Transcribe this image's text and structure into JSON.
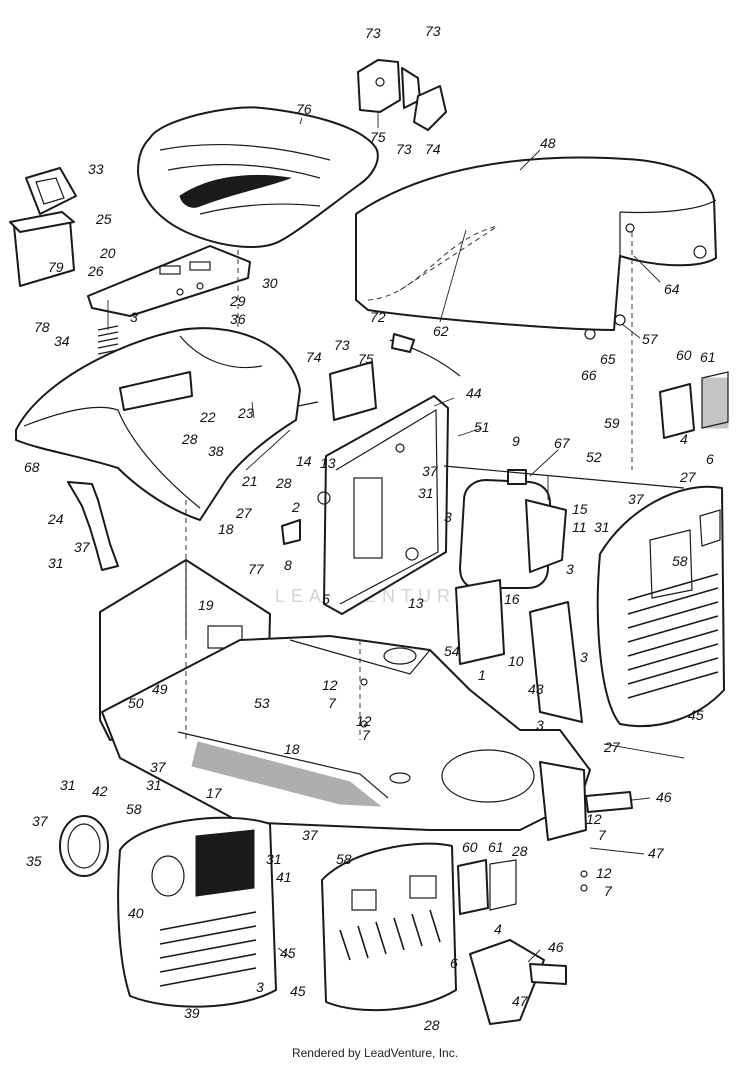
{
  "watermark": "LEADVENTURE",
  "footer": "Rendered by LeadVenture, Inc.",
  "callouts": [
    {
      "id": "c73a",
      "text": "73"
    },
    {
      "id": "c73b",
      "text": "73"
    },
    {
      "id": "c75a",
      "text": "75"
    },
    {
      "id": "c73c",
      "text": "73"
    },
    {
      "id": "c74a",
      "text": "74"
    },
    {
      "id": "c76",
      "text": "76"
    },
    {
      "id": "c48",
      "text": "48"
    },
    {
      "id": "c33",
      "text": "33"
    },
    {
      "id": "c25",
      "text": "25"
    },
    {
      "id": "c20",
      "text": "20"
    },
    {
      "id": "c79",
      "text": "79"
    },
    {
      "id": "c26",
      "text": "26"
    },
    {
      "id": "c30",
      "text": "30"
    },
    {
      "id": "c29",
      "text": "29"
    },
    {
      "id": "c36",
      "text": "36"
    },
    {
      "id": "c78",
      "text": "78"
    },
    {
      "id": "c3a",
      "text": "3"
    },
    {
      "id": "c64",
      "text": "64"
    },
    {
      "id": "c62",
      "text": "62"
    },
    {
      "id": "c57",
      "text": "57"
    },
    {
      "id": "c65",
      "text": "65"
    },
    {
      "id": "c66",
      "text": "66"
    },
    {
      "id": "c34",
      "text": "34"
    },
    {
      "id": "c72",
      "text": "72"
    },
    {
      "id": "c73d",
      "text": "73"
    },
    {
      "id": "c74b",
      "text": "74"
    },
    {
      "id": "c75b",
      "text": "75"
    },
    {
      "id": "c60a",
      "text": "60"
    },
    {
      "id": "c61a",
      "text": "61"
    },
    {
      "id": "c23",
      "text": "23"
    },
    {
      "id": "c22",
      "text": "22"
    },
    {
      "id": "c44",
      "text": "44"
    },
    {
      "id": "c51",
      "text": "51"
    },
    {
      "id": "c9",
      "text": "9"
    },
    {
      "id": "c67",
      "text": "67"
    },
    {
      "id": "c59",
      "text": "59"
    },
    {
      "id": "c4a",
      "text": "4"
    },
    {
      "id": "c52",
      "text": "52"
    },
    {
      "id": "c6a",
      "text": "6"
    },
    {
      "id": "c27a",
      "text": "27"
    },
    {
      "id": "c68",
      "text": "68"
    },
    {
      "id": "c28a",
      "text": "28"
    },
    {
      "id": "c38",
      "text": "38"
    },
    {
      "id": "c28b",
      "text": "28"
    },
    {
      "id": "c14",
      "text": "14"
    },
    {
      "id": "c13a",
      "text": "13"
    },
    {
      "id": "c37a",
      "text": "37"
    },
    {
      "id": "c21",
      "text": "21"
    },
    {
      "id": "c31a",
      "text": "31"
    },
    {
      "id": "c15",
      "text": "15"
    },
    {
      "id": "c37b",
      "text": "37"
    },
    {
      "id": "c11",
      "text": "11"
    },
    {
      "id": "c31b",
      "text": "31"
    },
    {
      "id": "c2",
      "text": "2"
    },
    {
      "id": "c3b",
      "text": "3"
    },
    {
      "id": "c24",
      "text": "24"
    },
    {
      "id": "c27b",
      "text": "27"
    },
    {
      "id": "c18a",
      "text": "18"
    },
    {
      "id": "c58a",
      "text": "58"
    },
    {
      "id": "c8",
      "text": "8"
    },
    {
      "id": "c31c",
      "text": "31"
    },
    {
      "id": "c37c",
      "text": "37"
    },
    {
      "id": "c3c",
      "text": "3"
    },
    {
      "id": "c13b",
      "text": "13"
    },
    {
      "id": "c77",
      "text": "77"
    },
    {
      "id": "c16",
      "text": "16"
    },
    {
      "id": "c5",
      "text": "5"
    },
    {
      "id": "c19",
      "text": "19"
    },
    {
      "id": "c54",
      "text": "54"
    },
    {
      "id": "c10",
      "text": "10"
    },
    {
      "id": "c3d",
      "text": "3"
    },
    {
      "id": "c1",
      "text": "1"
    },
    {
      "id": "c43",
      "text": "43"
    },
    {
      "id": "c12a",
      "text": "12"
    },
    {
      "id": "c7a",
      "text": "7"
    },
    {
      "id": "c45a",
      "text": "45"
    },
    {
      "id": "c49",
      "text": "49"
    },
    {
      "id": "c50",
      "text": "50"
    },
    {
      "id": "c53",
      "text": "53"
    },
    {
      "id": "c12b",
      "text": "12"
    },
    {
      "id": "c7b",
      "text": "7"
    },
    {
      "id": "c3e",
      "text": "3"
    },
    {
      "id": "c27c",
      "text": "27"
    },
    {
      "id": "c18b",
      "text": "18"
    },
    {
      "id": "c37d",
      "text": "37"
    },
    {
      "id": "c31d",
      "text": "31"
    },
    {
      "id": "c46a",
      "text": "46"
    },
    {
      "id": "c17",
      "text": "17"
    },
    {
      "id": "c31e",
      "text": "31"
    },
    {
      "id": "c42",
      "text": "42"
    },
    {
      "id": "c58b",
      "text": "58"
    },
    {
      "id": "c37e",
      "text": "37"
    },
    {
      "id": "c12c",
      "text": "12"
    },
    {
      "id": "c7c",
      "text": "7"
    },
    {
      "id": "c37f",
      "text": "37"
    },
    {
      "id": "c35",
      "text": "35"
    },
    {
      "id": "c31f",
      "text": "31"
    },
    {
      "id": "c28c",
      "text": "28"
    },
    {
      "id": "c47a",
      "text": "47"
    },
    {
      "id": "c58c",
      "text": "58"
    },
    {
      "id": "c60b",
      "text": "60"
    },
    {
      "id": "c61b",
      "text": "61"
    },
    {
      "id": "c12d",
      "text": "12"
    },
    {
      "id": "c7d",
      "text": "7"
    },
    {
      "id": "c40",
      "text": "40"
    },
    {
      "id": "c41",
      "text": "41"
    },
    {
      "id": "c45b",
      "text": "45"
    },
    {
      "id": "c4b",
      "text": "4"
    },
    {
      "id": "c46b",
      "text": "46"
    },
    {
      "id": "c6b",
      "text": "6"
    },
    {
      "id": "c3f",
      "text": "3"
    },
    {
      "id": "c39",
      "text": "39"
    },
    {
      "id": "c45c",
      "text": "45"
    },
    {
      "id": "c47b",
      "text": "47"
    },
    {
      "id": "c28d",
      "text": "28"
    }
  ]
}
